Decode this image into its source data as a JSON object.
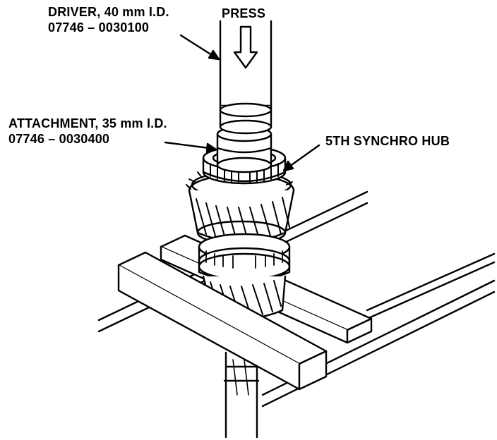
{
  "labels": {
    "driver": {
      "name": "DRIVER, 40 mm I.D.",
      "part_number": "07746 – 0030100"
    },
    "press": "PRESS",
    "attachment": {
      "name": "ATTACHMENT, 35 mm I.D.",
      "part_number": "07746 – 0030400"
    },
    "synchro_hub": "5TH SYNCHRO HUB"
  },
  "colors": {
    "ink": "#000000",
    "paper": "#ffffff"
  }
}
